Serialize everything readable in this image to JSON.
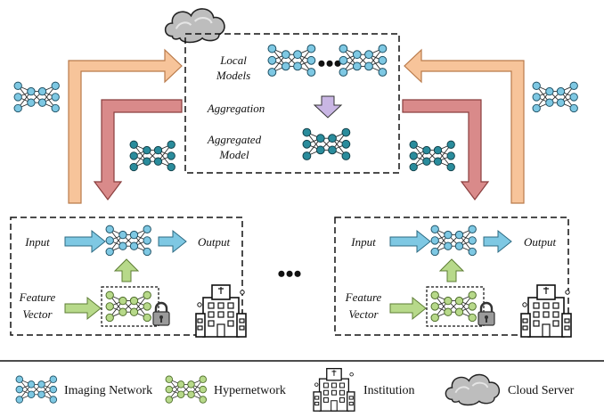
{
  "server": {
    "local_models_label_line1": "Local",
    "local_models_label_line2": "Models",
    "aggregation_label": "Aggregation",
    "aggregated_label_line1": "Aggregated",
    "aggregated_label_line2": "Model",
    "ellipsis": "•••"
  },
  "clients": [
    {
      "input_label": "Input",
      "output_label": "Output",
      "feature_line1": "Feature",
      "feature_line2": "Vector"
    },
    {
      "input_label": "Input",
      "output_label": "Output",
      "feature_line1": "Feature",
      "feature_line2": "Vector"
    }
  ],
  "client_ellipsis": "•••",
  "legend": {
    "imaging": "Imaging Network",
    "hyper": "Hypernetwork",
    "institution": "Institution",
    "cloud": "Cloud Server"
  },
  "colors": {
    "imaging_fill": "#7ec8e3",
    "aggregated_fill": "#2a8c9c",
    "hyper_fill": "#b7d98a",
    "arrow_orange": "#f7c49a",
    "arrow_red": "#d98a8a",
    "arrow_blue": "#7ec8e3",
    "arrow_green": "#b7d98a",
    "arrow_purple": "#c9b6e4"
  },
  "icons": [
    "imaging-network-icon",
    "hypernetwork-icon",
    "institution-icon",
    "cloud-icon",
    "lock-icon"
  ]
}
